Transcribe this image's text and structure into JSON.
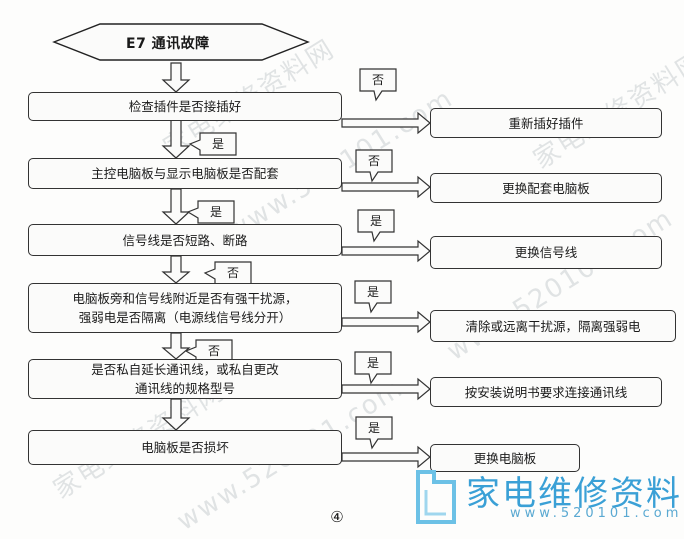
{
  "title": "E7 通讯故障",
  "steps": [
    {
      "check": "检查插件是否接插好",
      "branch": "否",
      "action": "重新插好插件",
      "next": "是"
    },
    {
      "check": "主控电脑板与显示电脑板是否配套",
      "branch": "否",
      "action": "更换配套电脑板",
      "next": "是"
    },
    {
      "check": "信号线是否短路、断路",
      "branch": "是",
      "action": "更换信号线",
      "next": "否"
    },
    {
      "check_line1": "电脑板旁和信号线附近是否有强干扰源，",
      "check_line2": "强弱电是否隔离（电源线信号线分开）",
      "branch": "是",
      "action": "清除或远离干扰源，隔离强弱电",
      "next": "否"
    },
    {
      "check_line1": "是否私自延长通讯线，或私自更改",
      "check_line2": "通讯线的规格型号",
      "branch": "是",
      "action": "按安装说明书要求连接通讯线"
    },
    {
      "check": "电脑板是否损坏",
      "branch": "是",
      "action": "更换电脑板"
    }
  ],
  "page_number": "④",
  "logo": {
    "name": "家电维修资料网",
    "url": "www.520101.com"
  },
  "watermarks": [
    "家电维修资料网",
    "www.520101.com",
    "家电维修资料网",
    "www.520101.com",
    "家电维修资料网",
    "www.520101.com"
  ]
}
